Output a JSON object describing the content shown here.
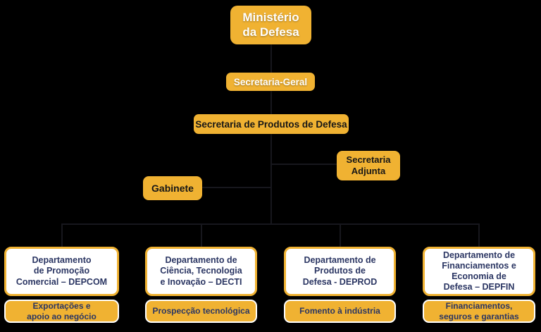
{
  "colors": {
    "background": "#000000",
    "amber": "#F0B232",
    "white": "#FFFFFF",
    "navy_text": "#2B3663",
    "dark_text": "#161616",
    "connector": "#17171d"
  },
  "org": {
    "root": {
      "label": "Ministério\nda Defesa"
    },
    "secretaria_geral": {
      "label": "Secretaria-Geral"
    },
    "secretaria_produtos": {
      "label": "Secretaria de Produtos de Defesa"
    },
    "secretaria_adjunta": {
      "label": "Secretaria\nAdjunta"
    },
    "gabinete": {
      "label": "Gabinete"
    },
    "departments": [
      {
        "title": "Departamento\nde Promoção\nComercial – DEPCOM",
        "sub": "Exportações e\napoio ao negócio"
      },
      {
        "title": "Departamento de\nCiência, Tecnologia\ne Inovação – DECTI",
        "sub": "Prospecção tecnológica"
      },
      {
        "title": "Departamento de\nProdutos de\nDefesa - DEPROD",
        "sub": "Fomento à indústria"
      },
      {
        "title": "Departamento de\nFinanciamentos e\nEconomia de\nDefesa – DEPFIN",
        "sub": "Financiamentos,\nseguros e garantias"
      }
    ]
  }
}
